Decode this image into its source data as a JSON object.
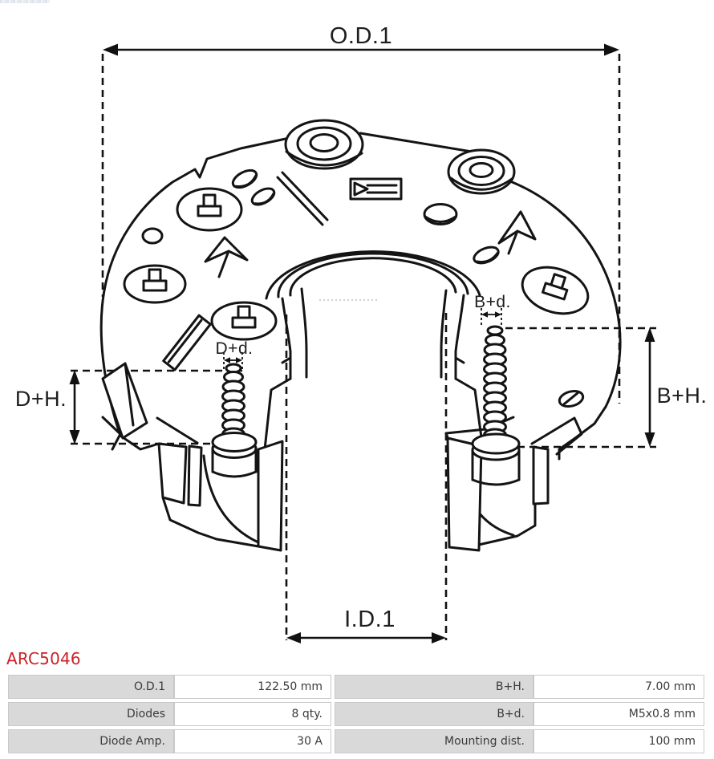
{
  "page": {
    "accent_red": "#cc2127",
    "line_color": "#141414",
    "table_label_bg": "#d9d9d9",
    "table_border": "#c9c9c9"
  },
  "branding": {
    "partial_logo": "aspl-logo-strip"
  },
  "part_number": "ARC5046",
  "diagram": {
    "type": "alternator-rectifier-technical-drawing",
    "labels": {
      "od1": "O.D.1",
      "id1": "I.D.1",
      "dh": "D+H.",
      "bh": "B+H.",
      "dd": "D+d.",
      "bd": "B+d."
    }
  },
  "spec_table": {
    "rows": [
      {
        "left_label": "O.D.1",
        "left_value": "122.50 mm",
        "right_label": "B+H.",
        "right_value": "7.00 mm"
      },
      {
        "left_label": "Diodes",
        "left_value": "8 qty.",
        "right_label": "B+d.",
        "right_value": "M5x0.8 mm"
      },
      {
        "left_label": "Diode Amp.",
        "left_value": "30 A",
        "right_label": "Mounting dist.",
        "right_value": "100 mm"
      }
    ]
  }
}
